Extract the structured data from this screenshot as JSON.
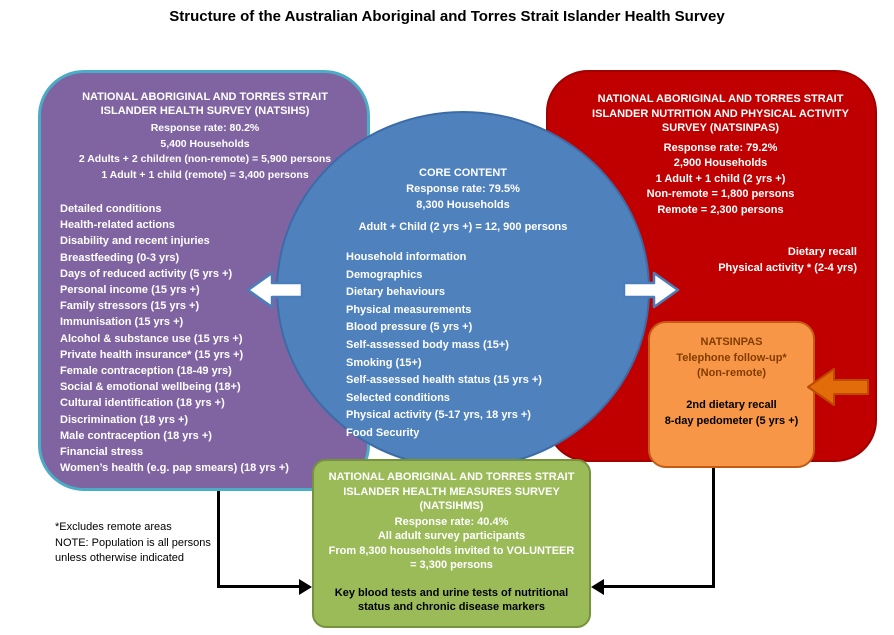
{
  "title": "Structure of the Australian Aboriginal and Torres Strait Islander Health Survey",
  "colors": {
    "natsihs_fill": "#8064A2",
    "natsihs_border": "#4BACC6",
    "core_fill": "#4F81BD",
    "natsinpas_fill": "#C00000",
    "followup_fill": "#F79646",
    "followup_border": "#C55A11",
    "natsihms_fill": "#9BBB59",
    "natsihms_border": "#76923C",
    "connector": "#000000"
  },
  "icons": {
    "flow_arrow_left": "block-arrow-left",
    "flow_arrow_right": "block-arrow-right",
    "followup_arrow": "block-arrow-left"
  },
  "natsihs": {
    "heading": "NATIONAL ABORIGINAL AND TORRES STRAIT ISLANDER HEALTH SURVEY (NATSIHS)",
    "stats": [
      "Response rate: 80.2%",
      "5,400 Households",
      "2 Adults + 2 children (non-remote) = 5,900 persons",
      "1 Adult + 1 child (remote) = 3,400 persons"
    ],
    "topics": [
      "Detailed conditions",
      "Health-related actions",
      "Disability and recent injuries",
      "Breastfeeding (0-3 yrs)",
      "Days of reduced activity (5 yrs +)",
      "Personal income (15 yrs +)",
      "Family stressors (15 yrs +)",
      "Immunisation (15 yrs +)",
      "Alcohol & substance use (15 yrs +)",
      "Private health insurance* (15 yrs +)",
      "Female contraception (18-49 yrs)",
      "Social & emotional wellbeing (18+)",
      "Cultural identification (18 yrs +)",
      "Discrimination (18 yrs +)",
      "Male contraception (18 yrs +)",
      "Financial stress",
      "Women’s health (e.g. pap smears) (18 yrs +)"
    ]
  },
  "core": {
    "heading": "CORE CONTENT",
    "stats": [
      "Response rate: 79.5%",
      "8,300 Households"
    ],
    "participants": "Adult + Child (2 yrs +) = 12, 900 persons",
    "topics": [
      "Household information",
      "Demographics",
      "Dietary behaviours",
      "Physical measurements",
      "Blood pressure (5 yrs +)",
      "Self-assessed body mass (15+)",
      "Smoking (15+)",
      "Self-assessed health status (15 yrs +)",
      "Selected conditions",
      "Physical activity (5-17 yrs, 18 yrs +)",
      "Food Security"
    ]
  },
  "natsinpas": {
    "heading": "NATIONAL ABORIGINAL AND TORRES STRAIT ISLANDER NUTRITION AND PHYSICAL ACTIVITY SURVEY (NATSINPAS)",
    "stats": [
      "Response rate: 79.2%",
      "2,900 Households",
      "1 Adult + 1 child (2 yrs +)",
      "Non-remote = 1,800 persons",
      "Remote = 2,300 persons"
    ],
    "topics": [
      "Dietary recall",
      "Physical activity * (2-4 yrs)"
    ]
  },
  "followup": {
    "heading_lines": [
      "NATSINPAS",
      "Telephone follow-up*",
      "(Non-remote)"
    ],
    "topics": [
      "2nd dietary recall",
      "8-day pedometer  (5 yrs +)"
    ]
  },
  "natsihms": {
    "heading": "NATIONAL ABORIGINAL AND TORRES STRAIT ISLANDER HEALTH MEASURES SURVEY (NATSIHMS)",
    "stats": [
      "Response rate: 40.4%",
      "All adult survey participants",
      "From 8,300 households invited to VOLUNTEER",
      "= 3,300 persons"
    ],
    "footer": "Key blood tests  and urine tests  of nutritional status and chronic disease markers"
  },
  "notes": [
    "*Excludes remote areas",
    "NOTE: Population is all persons unless otherwise indicated"
  ]
}
